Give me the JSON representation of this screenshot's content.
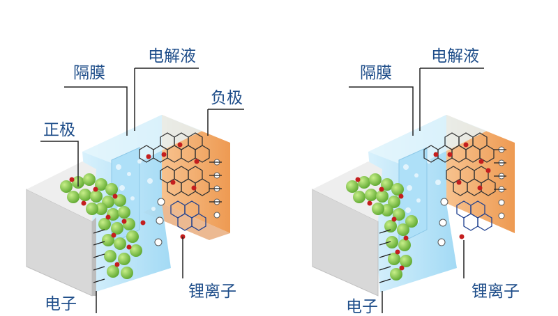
{
  "left": {
    "separator": "隔膜",
    "electrolyte": "电解液",
    "negative": "负极",
    "positive": "正极",
    "electron": "电子",
    "lithium_ion": "锂离子"
  },
  "right": {
    "separator": "隔膜",
    "electrolyte": "电解液",
    "electron": "电子",
    "lithium_ion": "锂离子"
  },
  "colors": {
    "label": "#1f4e8a",
    "electrolyte": "#bfe6fa",
    "anode": "#f0a060",
    "cathode_particle": "#7cc24a",
    "lithium": "#c41e1e",
    "graphite": "#222222",
    "collector": "#d4d4d4"
  }
}
